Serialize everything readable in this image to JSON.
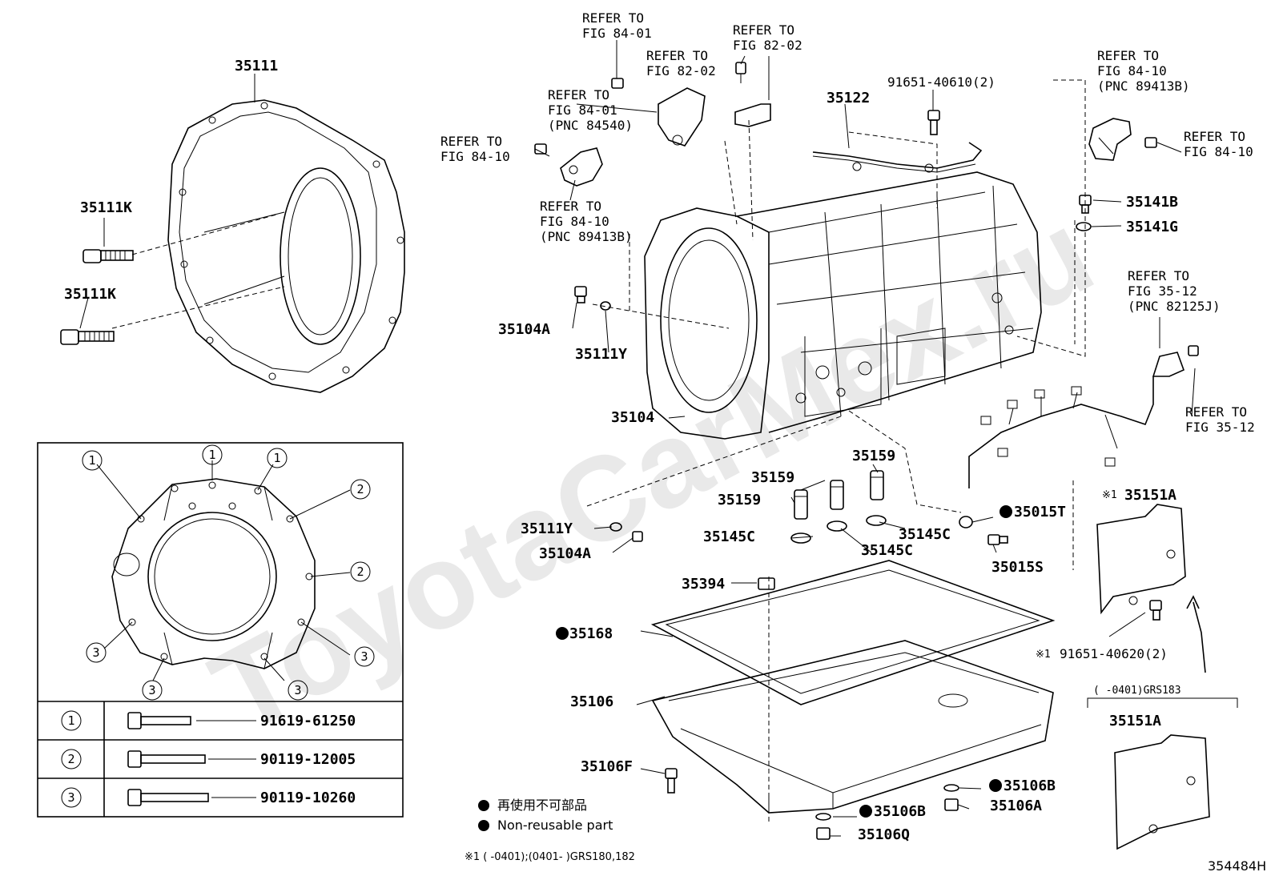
{
  "watermark": "ToyotaCarMex.ru",
  "diagram_id": "354484H",
  "labels": {
    "p35111": "35111",
    "p35111k_a": "35111K",
    "p35111k_b": "35111K",
    "p35104a_a": "35104A",
    "p35111y_a": "35111Y",
    "p35104": "35104",
    "p35122": "35122",
    "p91651_40610": "91651-40610(2)",
    "p35141b": "35141B",
    "p35141g": "35141G",
    "p35159_a": "35159",
    "p35159_b": "35159",
    "p35159_c": "35159",
    "p35111y_b": "35111Y",
    "p35104a_b": "35104A",
    "p35145c_a": "35145C",
    "p35145c_b": "35145C",
    "p35145c_c": "35145C",
    "p35015t": "35015T",
    "p35015s": "35015S",
    "p35394": "35394",
    "p35168": "35168",
    "p35106": "35106",
    "p35106f": "35106F",
    "p35106b_a": "35106B",
    "p35106a": "35106A",
    "p35106b_b": "35106B",
    "p35106q": "35106Q",
    "p35151a_a": "35151A",
    "p35151a_b": "35151A",
    "p91651_40620": "91651-40620(2)",
    "note_mark_a": "※1",
    "note_mark_b": "※1"
  },
  "refers": {
    "r1": [
      "REFER TO",
      "FIG 84-01"
    ],
    "r2": [
      "REFER TO",
      "FIG 82-02"
    ],
    "r3": [
      "REFER TO",
      "FIG 82-02"
    ],
    "r4": [
      "REFER TO",
      "FIG 84-01",
      "(PNC 84540)"
    ],
    "r5": [
      "REFER TO",
      "FIG 84-10"
    ],
    "r6": [
      "REFER TO",
      "FIG 84-10",
      "(PNC 89413B)"
    ],
    "r7": [
      "REFER TO",
      "FIG 84-10",
      "(PNC 89413B)"
    ],
    "r8": [
      "REFER TO",
      "FIG 84-10"
    ],
    "r9": [
      "REFER TO",
      "FIG 35-12",
      "(PNC 82125J)"
    ],
    "r10": [
      "REFER TO",
      "FIG 35-12"
    ]
  },
  "bolt_table": {
    "rows": [
      {
        "mark": "1",
        "part": "91619-61250"
      },
      {
        "mark": "2",
        "part": "90119-12005"
      },
      {
        "mark": "3",
        "part": "90119-10260"
      }
    ]
  },
  "callouts": [
    "1",
    "1",
    "1",
    "2",
    "2",
    "3",
    "3",
    "3",
    "3"
  ],
  "legend": {
    "jp": "再使用不可部品",
    "en": "Non-reusable part"
  },
  "footnotes": {
    "bottom": "※1 (       -0401);(0401-       )GRS180,182",
    "variant": "(       -0401)GRS183"
  }
}
